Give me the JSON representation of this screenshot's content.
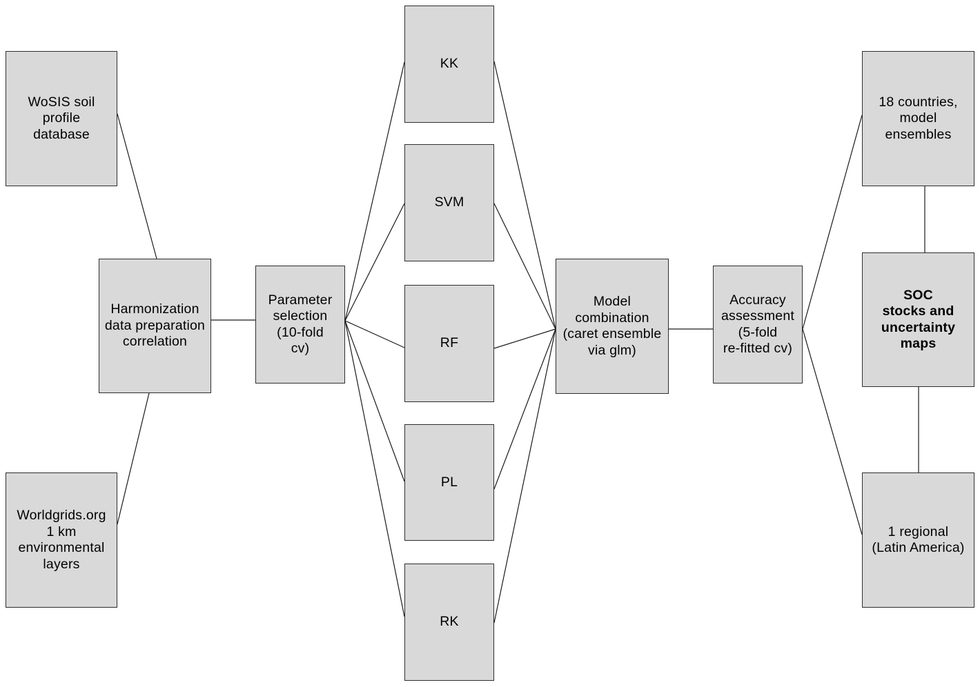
{
  "colors": {
    "background": "#ffffff",
    "box_fill": "#d9d9d9",
    "box_border": "#2e2e2e",
    "edge_color": "#1a1a1a",
    "text_color": "#000000"
  },
  "nodes": {
    "wosis": {
      "label": "WoSIS soil\nprofile\ndatabase"
    },
    "worldgrids": {
      "label": "Worldgrids.org\n1 km\nenvironmental\nlayers"
    },
    "harmonization": {
      "label": "Harmonization\ndata preparation\ncorrelation"
    },
    "parameter_selection": {
      "label": "Parameter\nselection\n(10-fold\ncv)"
    },
    "kk": {
      "label": "KK"
    },
    "svm": {
      "label": "SVM"
    },
    "rf": {
      "label": "RF"
    },
    "pl": {
      "label": "PL"
    },
    "rk": {
      "label": "RK"
    },
    "model_combination": {
      "label": "Model\ncombination\n(caret ensemble\nvia glm)"
    },
    "accuracy_assessment": {
      "label": "Accuracy\nassessment\n(5-fold\nre-fitted cv)"
    },
    "countries_18": {
      "label": "18 countries,\nmodel\nensembles"
    },
    "soc_maps": {
      "label": "SOC\nstocks and\nuncertainty\nmaps",
      "emphasis": "bold"
    },
    "regional_1": {
      "label": "1 regional\n(Latin America)"
    }
  },
  "edges": [
    {
      "from": "wosis",
      "to": "harmonization"
    },
    {
      "from": "worldgrids",
      "to": "harmonization"
    },
    {
      "from": "harmonization",
      "to": "parameter_selection"
    },
    {
      "from": "parameter_selection",
      "to": "kk"
    },
    {
      "from": "parameter_selection",
      "to": "svm"
    },
    {
      "from": "parameter_selection",
      "to": "rf"
    },
    {
      "from": "parameter_selection",
      "to": "pl"
    },
    {
      "from": "parameter_selection",
      "to": "rk"
    },
    {
      "from": "kk",
      "to": "model_combination"
    },
    {
      "from": "svm",
      "to": "model_combination"
    },
    {
      "from": "rf",
      "to": "model_combination"
    },
    {
      "from": "pl",
      "to": "model_combination"
    },
    {
      "from": "rk",
      "to": "model_combination"
    },
    {
      "from": "model_combination",
      "to": "accuracy_assessment"
    },
    {
      "from": "accuracy_assessment",
      "to": "countries_18"
    },
    {
      "from": "accuracy_assessment",
      "to": "regional_1"
    },
    {
      "from": "countries_18",
      "to": "soc_maps"
    },
    {
      "from": "soc_maps",
      "to": "regional_1"
    }
  ]
}
